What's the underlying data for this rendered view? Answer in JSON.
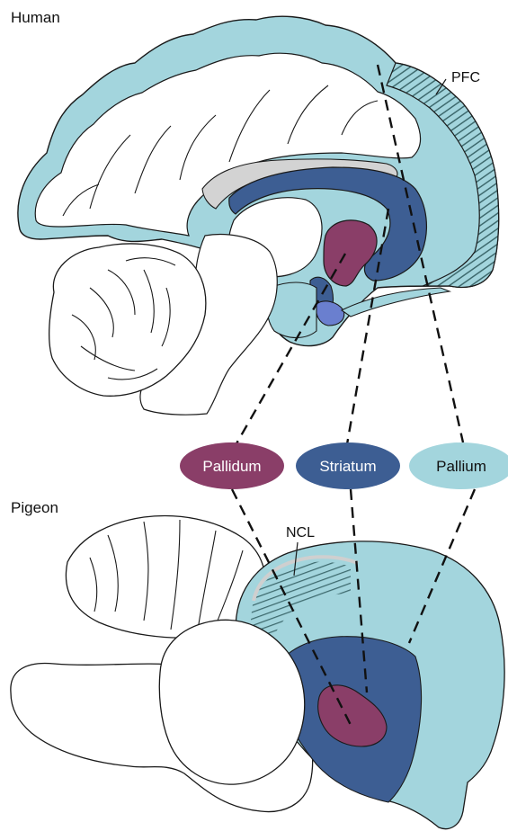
{
  "panels": {
    "human": {
      "title": "Human"
    },
    "pigeon": {
      "title": "Pigeon"
    }
  },
  "regions": {
    "pallidum": {
      "label": "Pallidum",
      "color": "#8a3e68"
    },
    "striatum": {
      "label": "Striatum",
      "color": "#3d5e93"
    },
    "pallium": {
      "label": "Pallium",
      "color": "#a3d5dd"
    }
  },
  "annotations": {
    "pfc": "PFC",
    "ncl": "NCL"
  },
  "colors": {
    "cortex": "#a3d5dd",
    "outline": "#1a1a1a",
    "hatch": "#3e6a6e",
    "gray": "#d3d3d3",
    "light_blue_striatum": "#6a7fcf"
  }
}
